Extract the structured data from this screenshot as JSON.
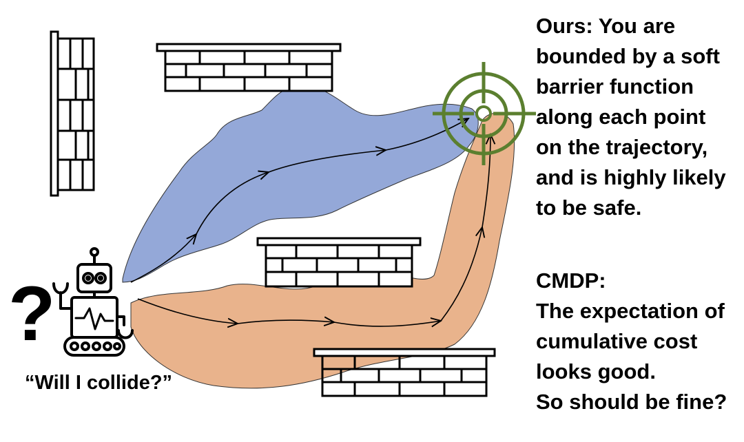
{
  "ours_caption": {
    "lines": [
      "Ours: You are",
      "bounded by a soft",
      "barrier function",
      "along each point",
      "on the trajectory,",
      "and is highly likely",
      "to be safe."
    ]
  },
  "cmdp_caption": {
    "lines": [
      "CMDP:",
      "The expectation of",
      "cumulative cost",
      "looks good.",
      "So should be fine?"
    ]
  },
  "robot": {
    "question": "?",
    "quote": "“Will I collide?”"
  },
  "colors": {
    "blue_region": "#94a8d8",
    "orange_region": "#e9b38c",
    "target": "#5b7f2f",
    "outline": "#000000"
  },
  "icons": {
    "robot": "robot-icon",
    "target": "crosshair-target-icon",
    "walls": "brick-wall-icon"
  }
}
